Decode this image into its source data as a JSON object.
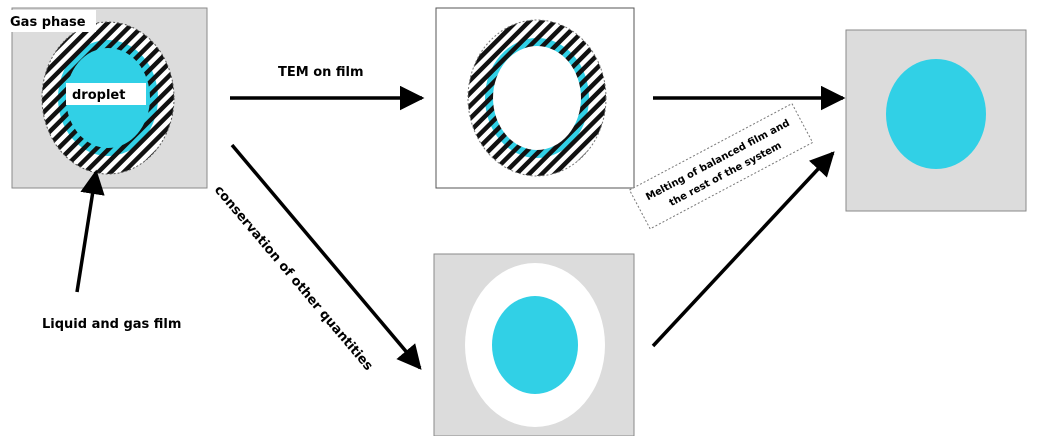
{
  "labels": {
    "gas_phase": "Gas phase",
    "droplet": "droplet",
    "liquid_gas_film": "Liquid and gas film",
    "tem_on_film": "TEM on film",
    "conservation": "conservation of other quantities",
    "melting_line1": "Melting of balanced film and",
    "melting_line2": "the rest of the system"
  },
  "colors": {
    "panel_gray": "#dcdcdc",
    "droplet_cyan": "#31d0e6",
    "film_hatch": "#111111",
    "panel_border": "#8a8a8a",
    "arrow": "#000000"
  }
}
